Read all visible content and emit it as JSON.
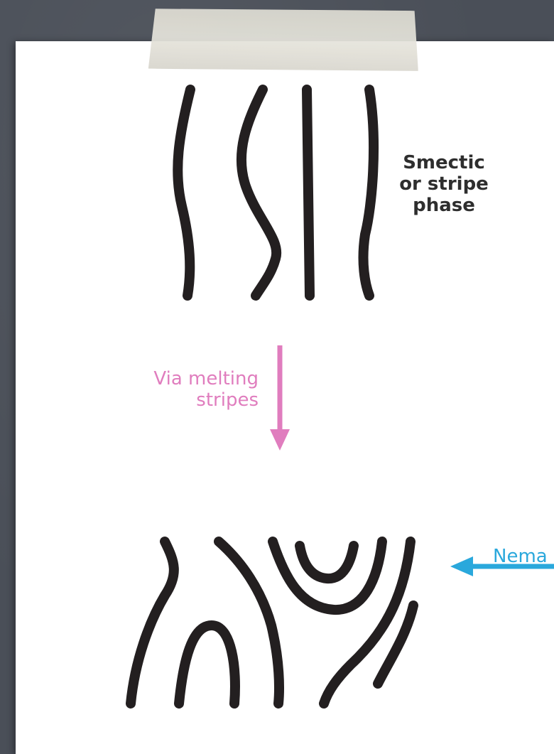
{
  "labels": {
    "smectic": [
      "Smectic",
      "or stripe",
      "phase"
    ],
    "via_melting": [
      "Via melting",
      "stripes"
    ],
    "nematic": "Nema"
  },
  "colors": {
    "stripe": "#231f20",
    "via_melting_arrow": "#e07dbe",
    "nematic_arrow": "#2aa8dc",
    "background": "#4a4f58",
    "paper": "#ffffff"
  }
}
